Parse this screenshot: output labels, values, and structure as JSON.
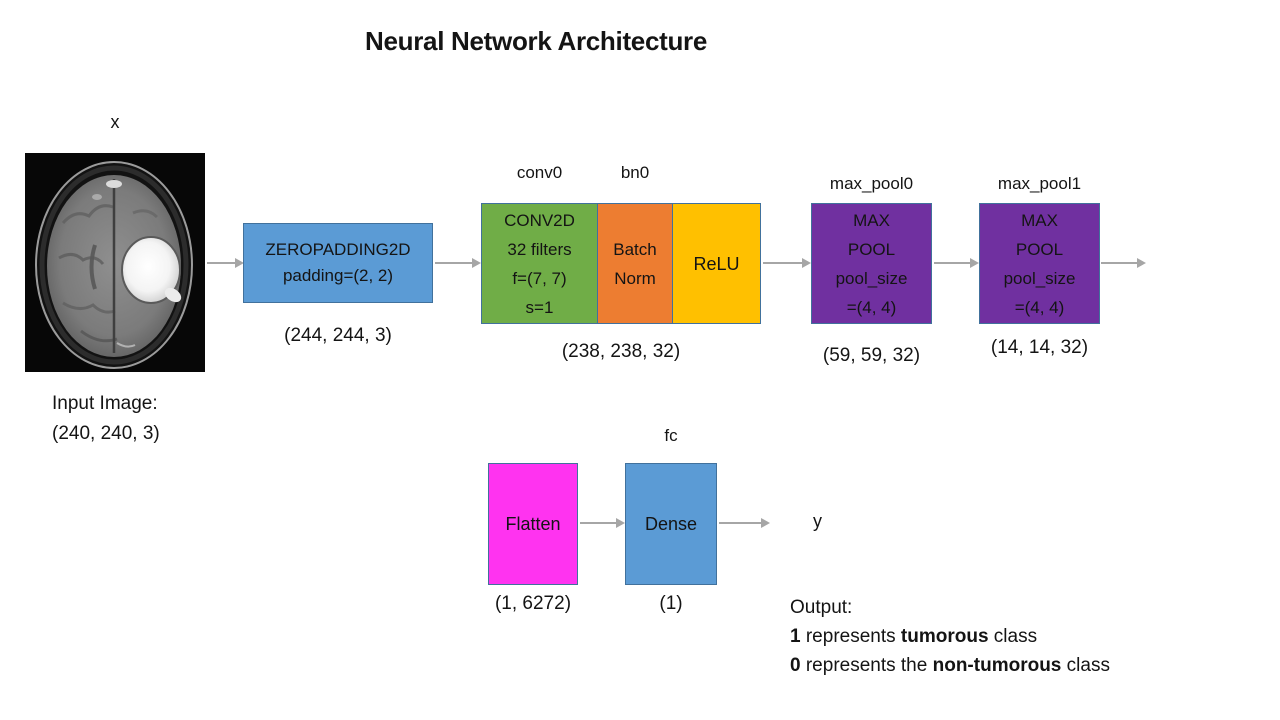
{
  "title": "Neural Network Architecture",
  "colors": {
    "zeropad_fill": "#5B9BD5",
    "conv_fill": "#70AD47",
    "bn_fill": "#ED7D31",
    "relu_fill": "#FFC000",
    "maxpool_fill": "#7030A0",
    "flatten_fill": "#FF33F0",
    "dense_fill": "#5B9BD5",
    "box_border": "#41719C",
    "arrow": "#A6A6A6"
  },
  "input": {
    "var_label": "x",
    "caption_line1": "Input Image:",
    "caption_line2": "(240, 240, 3)"
  },
  "layers": {
    "zeropad": {
      "line1": "ZEROPADDING2D",
      "line2": "padding=(2, 2)",
      "dim": "(244, 244, 3)"
    },
    "conv": {
      "label": "conv0",
      "line1": "CONV2D",
      "line2": "32 filters",
      "line3": "f=(7, 7)",
      "line4": "s=1"
    },
    "bn": {
      "label": "bn0",
      "line1": "Batch",
      "line2": "Norm"
    },
    "relu": {
      "text": "ReLU"
    },
    "conv_group_dim": "(238, 238, 32)",
    "maxpool0": {
      "label": "max_pool0",
      "line1": "MAX",
      "line2": "POOL",
      "line3": "pool_size",
      "line4": "=(4, 4)",
      "dim": "(59, 59, 32)"
    },
    "maxpool1": {
      "label": "max_pool1",
      "line1": "MAX",
      "line2": "POOL",
      "line3": "pool_size",
      "line4": "=(4, 4)",
      "dim": "(14, 14, 32)"
    },
    "flatten": {
      "text": "Flatten",
      "dim": "(1, 6272)"
    },
    "dense": {
      "label": "fc",
      "text": "Dense",
      "dim": "(1)"
    },
    "output_var": "y"
  },
  "output_note": {
    "heading": "Output:",
    "line1": [
      {
        "text": "1",
        "bold": true
      },
      {
        "text": " represents ",
        "bold": false
      },
      {
        "text": "tumorous",
        "bold": true
      },
      {
        "text": " class",
        "bold": false
      }
    ],
    "line2": [
      {
        "text": "0",
        "bold": true
      },
      {
        "text": " represents the ",
        "bold": false
      },
      {
        "text": "non-tumorous",
        "bold": true
      },
      {
        "text": " class",
        "bold": false
      }
    ]
  }
}
